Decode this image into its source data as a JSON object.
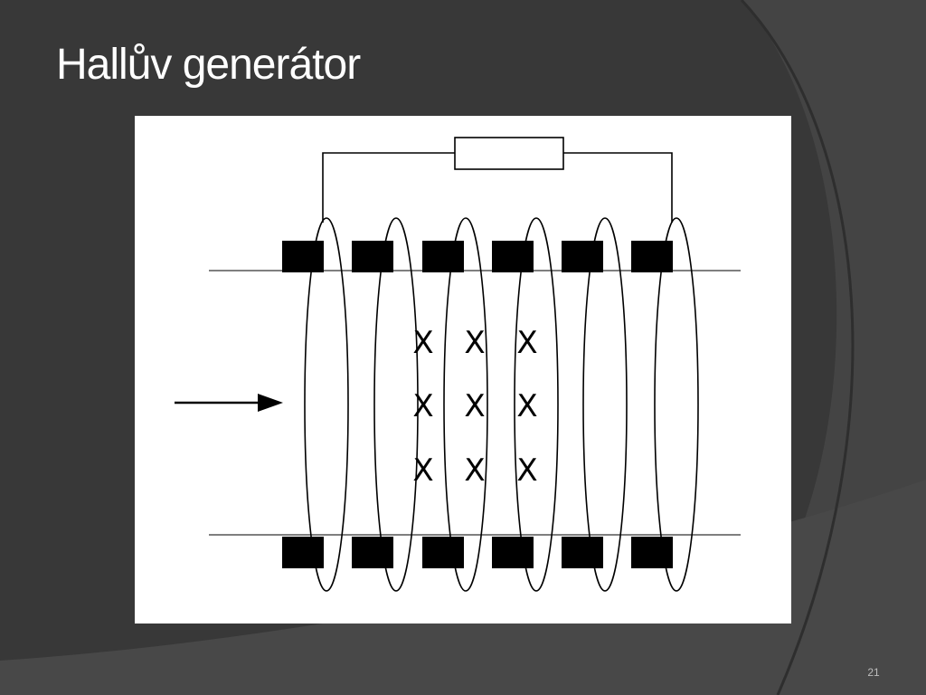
{
  "slide": {
    "title": "Hallův generátor",
    "page_number": "21"
  },
  "diagram": {
    "field_symbol": "X",
    "field_rows": 3,
    "field_cols": 3,
    "coil_turns": 6,
    "magnets_per_row": 6
  },
  "colors": {
    "background": "#383838",
    "figure_background": "#ffffff",
    "ink": "#000000",
    "title": "#ffffff"
  }
}
